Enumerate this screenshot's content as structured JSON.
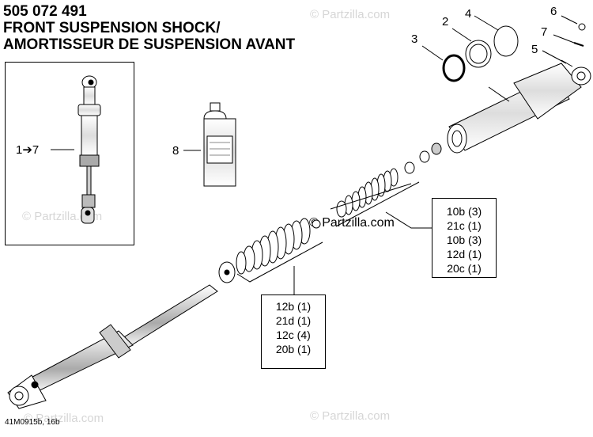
{
  "header": {
    "part_number": "505 072 491",
    "title_en": "FRONT SUSPENSION SHOCK/",
    "title_fr": "AMORTISSEUR DE SUSPENSION AVANT"
  },
  "callouts": {
    "c1": "1",
    "c2": "2",
    "c3": "3",
    "c4": "4",
    "c5": "5",
    "c6": "6",
    "c7": "7",
    "c8": "8",
    "range_arrow": "➔"
  },
  "kit_upper": [
    "10b (3)",
    "21c (1)",
    "10b (3)",
    "12d (1)",
    "20c (1)"
  ],
  "kit_lower": [
    "12b (1)",
    "21d (1)",
    "12c (4)",
    "20b (1)"
  ],
  "watermarks": {
    "text": "© Partzilla.com",
    "center_text": "© Partzilla.com"
  },
  "figure_code": "41M0915b, 16b"
}
